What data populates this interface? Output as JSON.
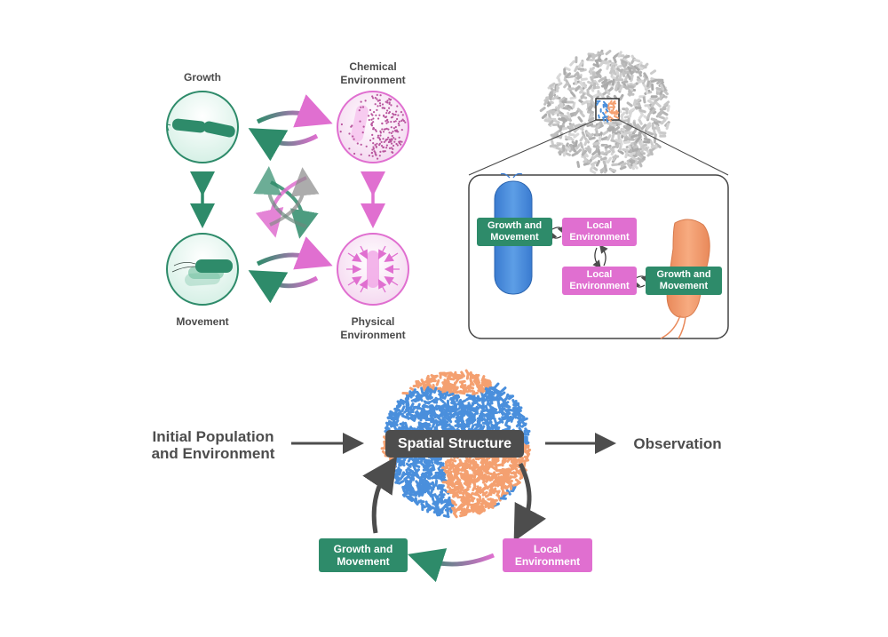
{
  "top_left": {
    "growth": "Growth",
    "chemical_line1": "Chemical",
    "chemical_line2": "Environment",
    "movement": "Movement",
    "physical_line1": "Physical",
    "physical_line2": "Environment"
  },
  "inset": {
    "growth_blue_line1": "Growth and",
    "growth_blue_line2": "Movement",
    "local_blue_line1": "Local",
    "local_blue_line2": "Environment",
    "local_orange_line1": "Local",
    "local_orange_line2": "Environment",
    "growth_orange_line1": "Growth and",
    "growth_orange_line2": "Movement"
  },
  "bottom": {
    "initial_line1": "Initial Population",
    "initial_line2": "and Environment",
    "spatial": "Spatial Structure",
    "observation": "Observation",
    "growth_line1": "Growth and",
    "growth_line2": "Movement",
    "local_line1": "Local",
    "local_line2": "Environment"
  },
  "colors": {
    "green": "#2e8b6a",
    "pink": "#e06fd0",
    "blue_cell": "#4a8fdc",
    "orange_cell": "#f4a070",
    "dark": "#4d4d4d"
  }
}
